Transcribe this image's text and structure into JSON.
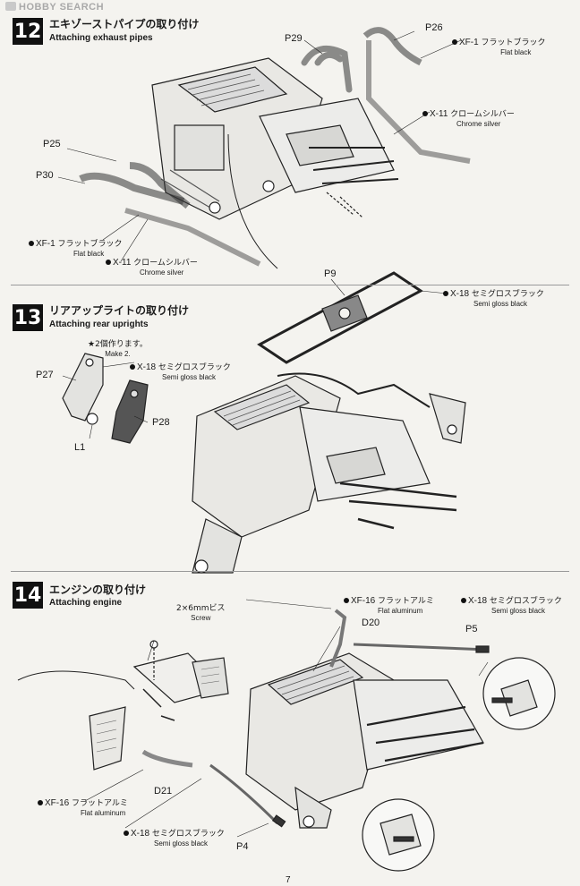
{
  "watermark": "HOBBY SEARCH",
  "page_number": "7",
  "steps": [
    {
      "number": "12",
      "title_jp": "エキゾーストパイプの取り付け",
      "title_en": "Attaching exhaust pipes",
      "parts": [
        "P26",
        "P29",
        "P25",
        "P30"
      ],
      "paints": [
        {
          "code": "XF-1",
          "jp": "フラットブラック",
          "en": "Flat black"
        },
        {
          "code": "X-11",
          "jp": "クロームシルバー",
          "en": "Chrome silver"
        },
        {
          "code": "XF-1",
          "jp": "フラットブラック",
          "en": "Flat black"
        },
        {
          "code": "X-11",
          "jp": "クロームシルバー",
          "en": "Chrome silver"
        }
      ]
    },
    {
      "number": "13",
      "title_jp": "リアアップライトの取り付け",
      "title_en": "Attaching rear uprights",
      "parts": [
        "P9",
        "P27",
        "P28",
        "L1"
      ],
      "note_jp": "★2個作ります。",
      "note_en": "Make 2.",
      "paints": [
        {
          "code": "X-18",
          "jp": "セミグロスブラック",
          "en": "Semi gloss black"
        },
        {
          "code": "X-18",
          "jp": "セミグロスブラック",
          "en": "Semi gloss black"
        }
      ]
    },
    {
      "number": "14",
      "title_jp": "エンジンの取り付け",
      "title_en": "Attaching engine",
      "screw_jp": "2×6mmビス",
      "screw_en": "Screw",
      "parts": [
        "D20",
        "P5",
        "D21",
        "P4"
      ],
      "paints": [
        {
          "code": "XF-16",
          "jp": "フラットアルミ",
          "en": "Flat aluminum"
        },
        {
          "code": "X-18",
          "jp": "セミグロスブラック",
          "en": "Semi gloss black"
        },
        {
          "code": "XF-16",
          "jp": "フラットアルミ",
          "en": "Flat aluminum"
        },
        {
          "code": "X-18",
          "jp": "セミグロスブラック",
          "en": "Semi gloss black"
        }
      ]
    }
  ]
}
